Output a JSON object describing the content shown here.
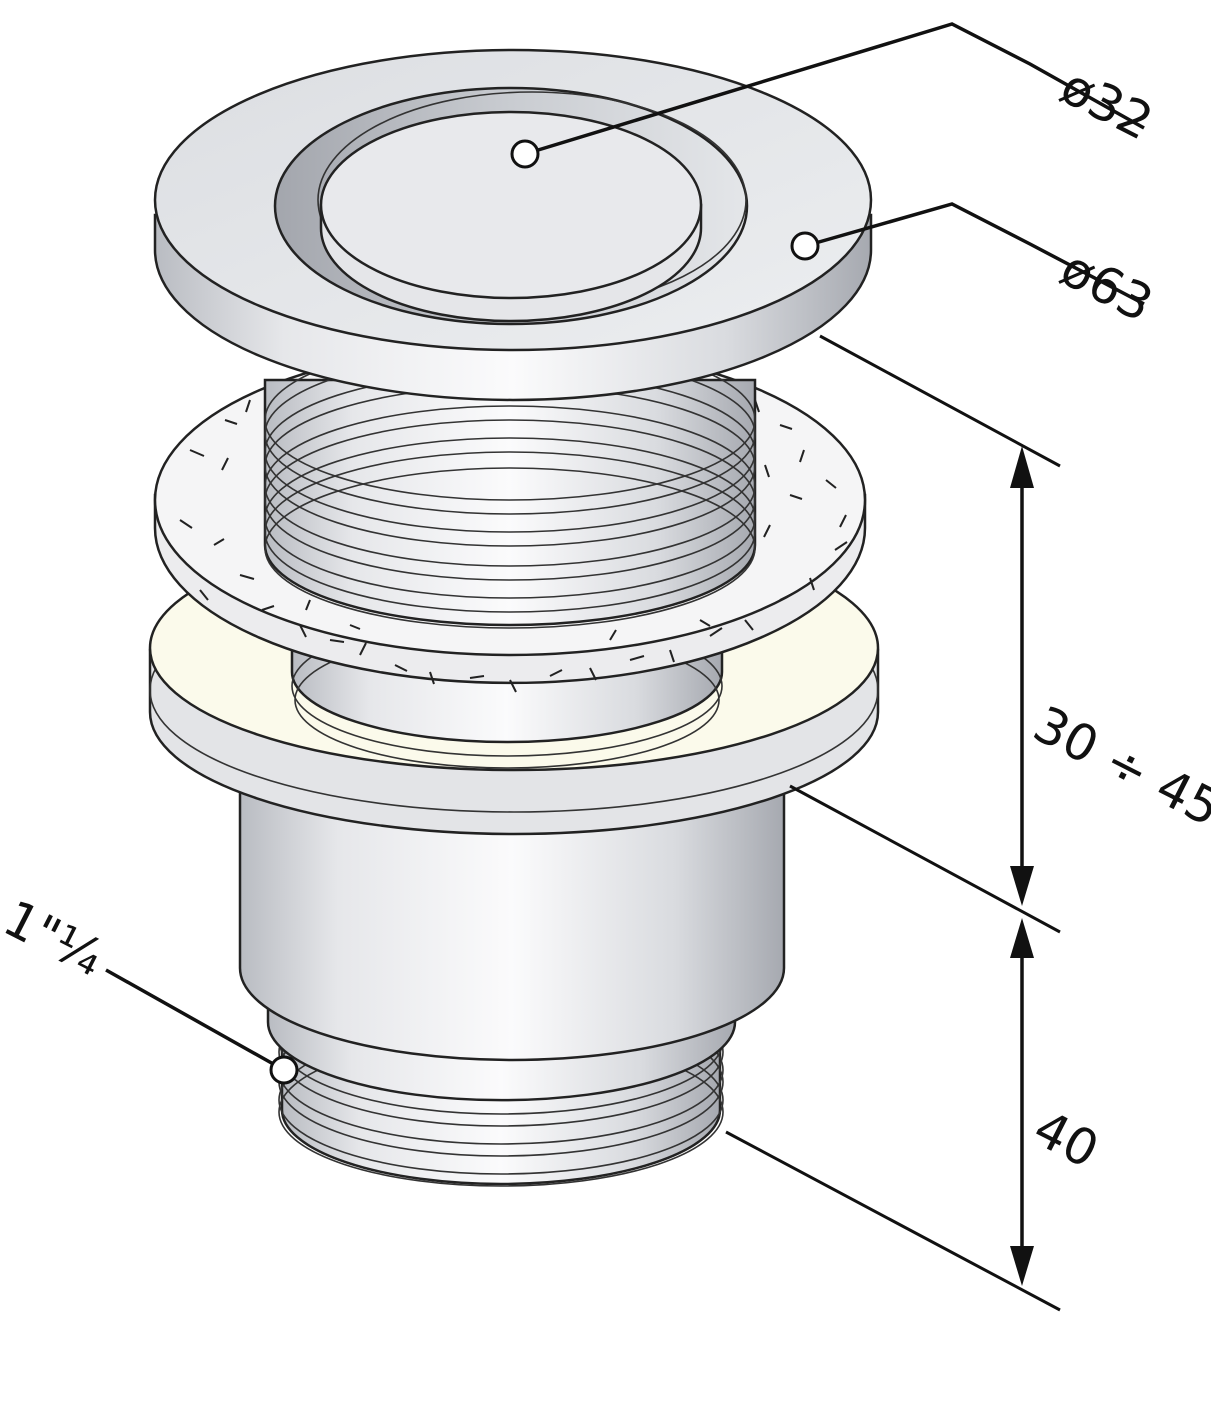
{
  "diagram": {
    "subject": "pop-up waste drain",
    "callouts": {
      "cap_diameter": "ø32",
      "flange_diameter": "ø63",
      "thread_size": "1\"¼"
    },
    "dimensions": {
      "clamp_range": "30 ÷ 45",
      "tail_length": "40"
    },
    "colors": {
      "metal_light": "#f2f3f5",
      "metal_mid": "#d3d5da",
      "metal_dark": "#a9acb3",
      "gasket": "#fbfaeb",
      "foam_washer": "#f3f3f3",
      "line": "#111111"
    }
  }
}
